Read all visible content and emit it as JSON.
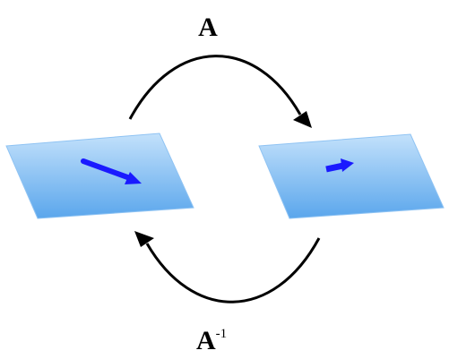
{
  "labels": {
    "forward": "A",
    "inverse_base": "A",
    "inverse_exponent": "-1"
  },
  "colors": {
    "plane_top": "#c3e1fb",
    "plane_bottom": "#5aa6ec",
    "plane_edge": "#8fc3f3",
    "vector": "#1a1aff",
    "curve": "#000000"
  },
  "nodes": [
    {
      "id": "source-plane",
      "vector": "long-vector-arrow"
    },
    {
      "id": "target-plane",
      "vector": "short-vector-arrow"
    }
  ],
  "edges": [
    {
      "from": "source-plane",
      "to": "target-plane",
      "label_key": "forward"
    },
    {
      "from": "target-plane",
      "to": "source-plane",
      "label_key": "inverse"
    }
  ]
}
